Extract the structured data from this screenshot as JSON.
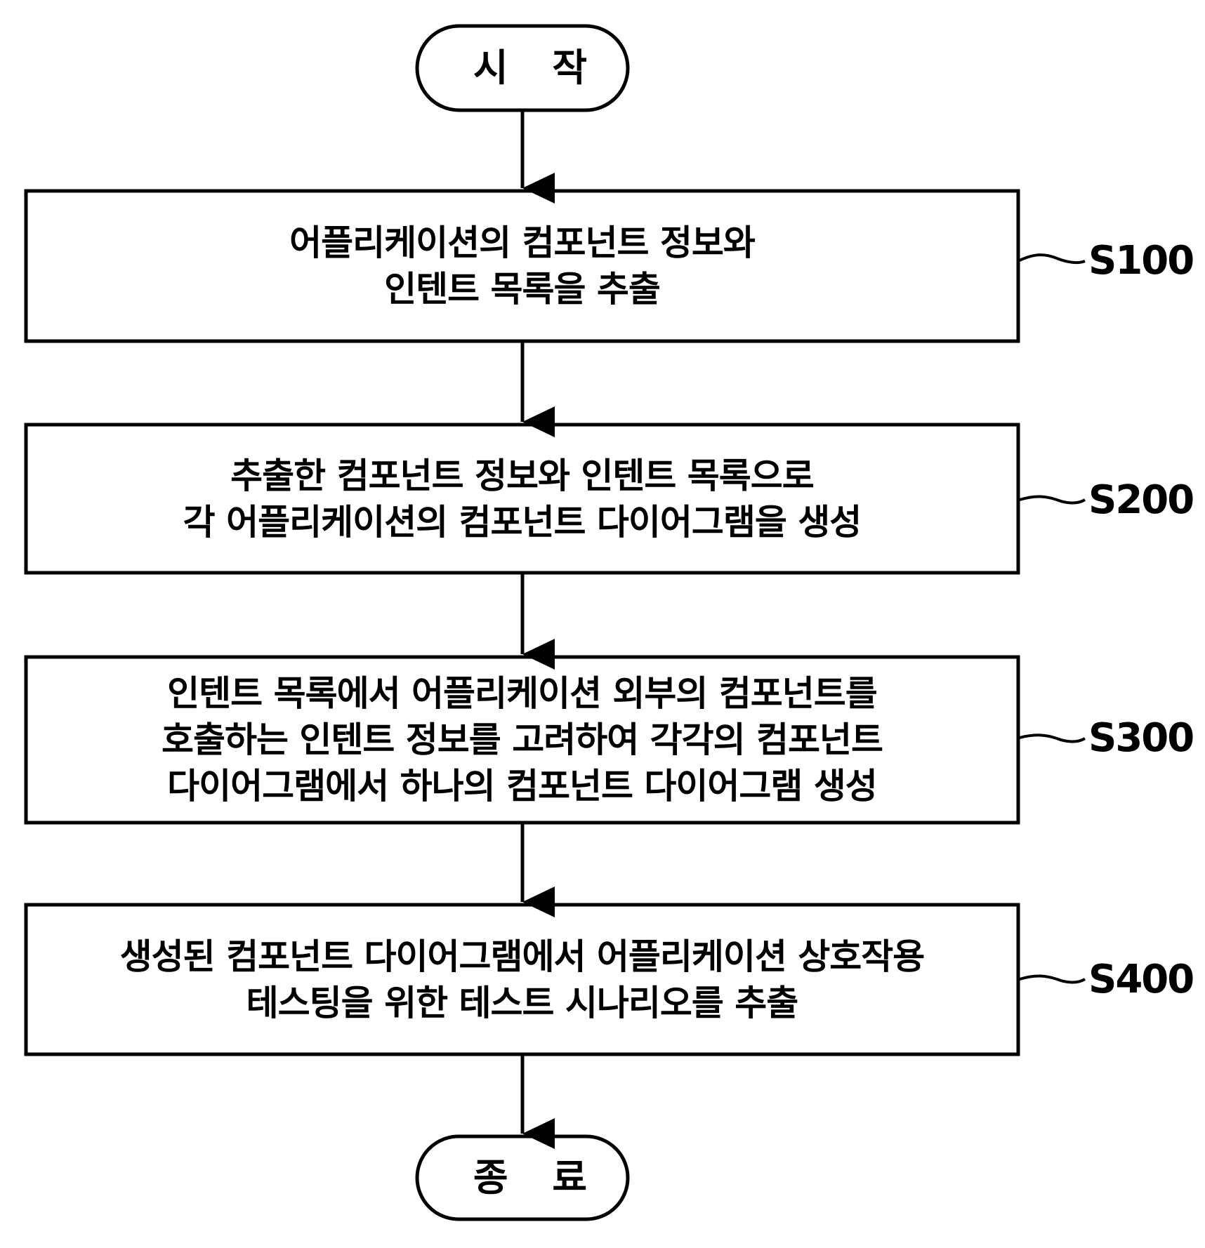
{
  "diagram": {
    "type": "flowchart",
    "direction": "top-to-bottom",
    "start": {
      "label": "시 작"
    },
    "end": {
      "label": "종 료"
    },
    "steps": [
      {
        "id": "S100",
        "lines": [
          "어플리케이션의 컴포넌트 정보와",
          "인텐트 목록을 추출"
        ]
      },
      {
        "id": "S200",
        "lines": [
          "추출한 컴포넌트 정보와 인텐트 목록으로",
          "각 어플리케이션의 컴포넌트 다이어그램을 생성"
        ]
      },
      {
        "id": "S300",
        "lines": [
          "인텐트 목록에서 어플리케이션 외부의 컴포넌트를",
          "호출하는 인텐트 정보를 고려하여 각각의 컴포넌트",
          "다이어그램에서 하나의 컴포넌트 다이어그램 생성"
        ]
      },
      {
        "id": "S400",
        "lines": [
          "생성된 컴포넌트 다이어그램에서 어플리케이션 상호작용",
          "테스팅을 위한 테스트 시나리오를 추출"
        ]
      }
    ],
    "edges": [
      {
        "from": "start",
        "to": "S100"
      },
      {
        "from": "S100",
        "to": "S200"
      },
      {
        "from": "S200",
        "to": "S300"
      },
      {
        "from": "S300",
        "to": "S400"
      },
      {
        "from": "S400",
        "to": "end"
      }
    ],
    "colors": {
      "stroke": "#000000",
      "fill": "#ffffff",
      "text": "#000000"
    }
  }
}
